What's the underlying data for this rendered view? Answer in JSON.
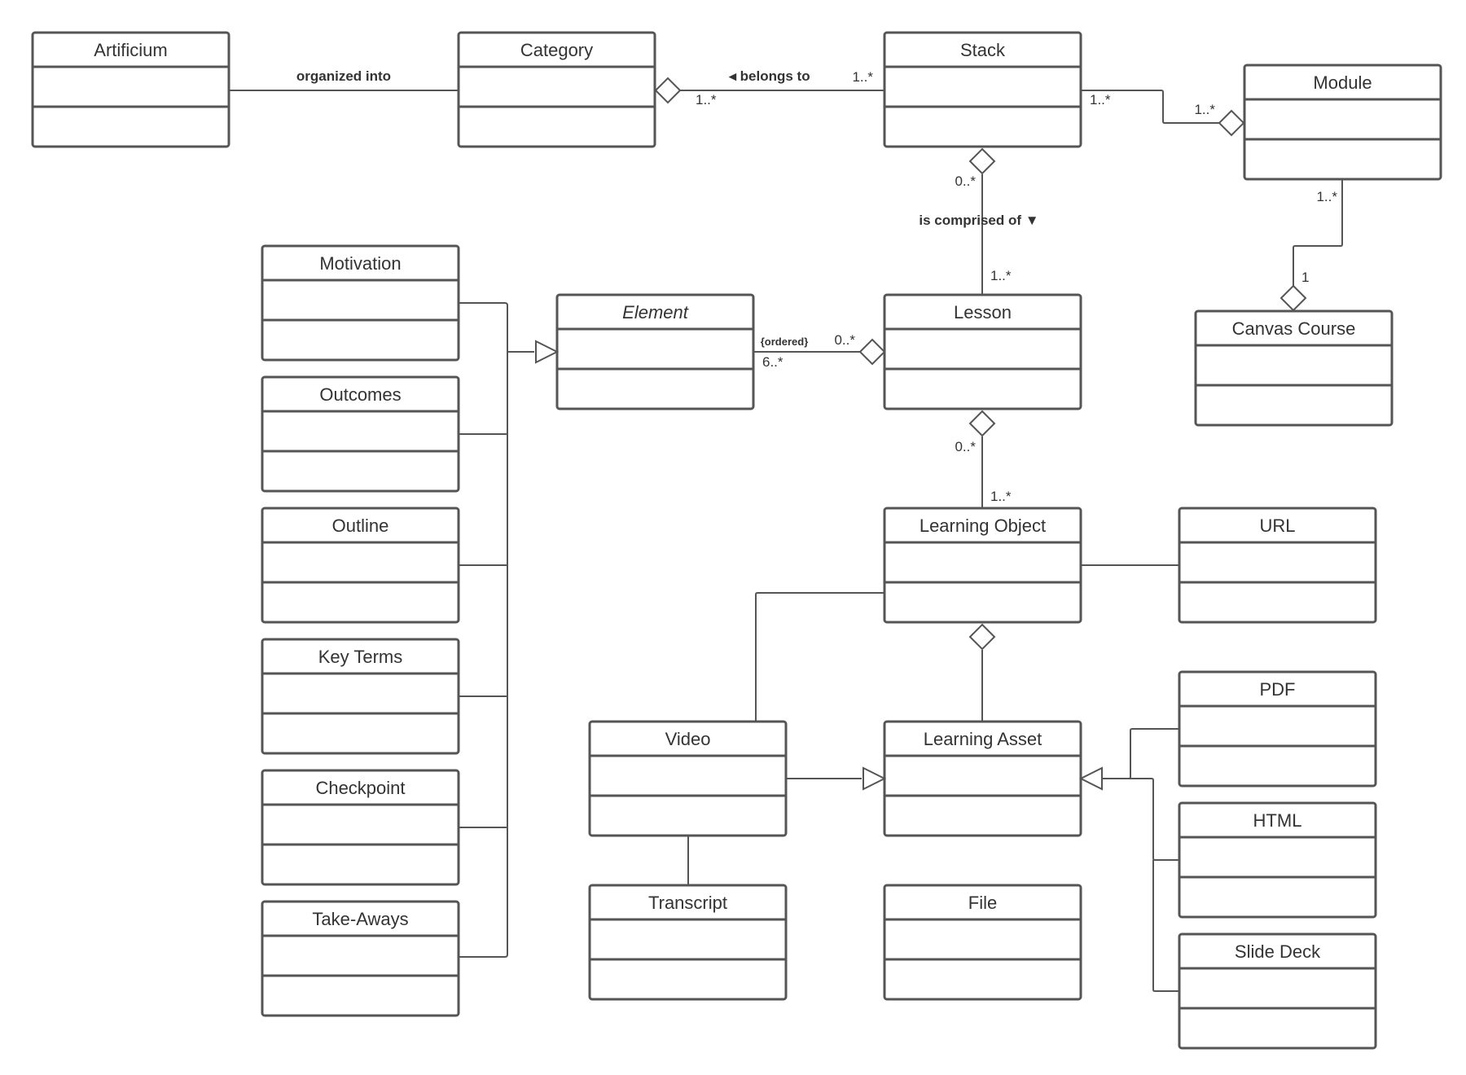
{
  "classes": [
    {
      "id": "artificium",
      "name": "Artificium"
    },
    {
      "id": "category",
      "name": "Category"
    },
    {
      "id": "stack",
      "name": "Stack"
    },
    {
      "id": "module",
      "name": "Module"
    },
    {
      "id": "motivation",
      "name": "Motivation"
    },
    {
      "id": "element",
      "name": "Element",
      "abstract": true
    },
    {
      "id": "lesson",
      "name": "Lesson"
    },
    {
      "id": "canvas-course",
      "name": "Canvas Course"
    },
    {
      "id": "outcomes",
      "name": "Outcomes"
    },
    {
      "id": "outline",
      "name": "Outline"
    },
    {
      "id": "learning-object",
      "name": "Learning Object"
    },
    {
      "id": "url",
      "name": "URL"
    },
    {
      "id": "key-terms",
      "name": "Key Terms"
    },
    {
      "id": "pdf",
      "name": "PDF"
    },
    {
      "id": "video",
      "name": "Video"
    },
    {
      "id": "learning-asset",
      "name": "Learning Asset"
    },
    {
      "id": "checkpoint",
      "name": "Checkpoint"
    },
    {
      "id": "html",
      "name": "HTML"
    },
    {
      "id": "take-aways",
      "name": "Take-Aways"
    },
    {
      "id": "transcript",
      "name": "Transcript"
    },
    {
      "id": "file",
      "name": "File"
    },
    {
      "id": "slide-deck",
      "name": "Slide Deck"
    }
  ],
  "relationships": [
    {
      "id": "artificium-category",
      "type": "association",
      "from": "artificium",
      "to": "category",
      "label": "organized into"
    },
    {
      "id": "stack-category",
      "type": "aggregation",
      "from": "stack",
      "to": "category",
      "label": "◂ belongs to",
      "from_multiplicity": "1..*",
      "to_multiplicity": "1..*"
    },
    {
      "id": "stack-module",
      "type": "aggregation",
      "from": "stack",
      "to": "module",
      "from_multiplicity": "1..*",
      "to_multiplicity": "1..*"
    },
    {
      "id": "lesson-stack",
      "type": "aggregation",
      "from": "lesson",
      "to": "stack",
      "label": "is comprised of ▼",
      "from_multiplicity": "1..*",
      "to_multiplicity": "0..*"
    },
    {
      "id": "module-canvas",
      "type": "aggregation",
      "from": "module",
      "to": "canvas-course",
      "from_multiplicity": "1..*",
      "to_multiplicity": "1"
    },
    {
      "id": "element-lesson",
      "type": "aggregation",
      "from": "element",
      "to": "lesson",
      "constraint": "{ordered}",
      "from_multiplicity": "6..*",
      "to_multiplicity": "0..*"
    },
    {
      "id": "subtypes-element",
      "type": "generalization",
      "from": [
        "motivation",
        "outcomes",
        "outline",
        "key-terms",
        "checkpoint",
        "take-aways"
      ],
      "to": "element"
    },
    {
      "id": "lo-lesson",
      "type": "aggregation",
      "from": "learning-object",
      "to": "lesson",
      "from_multiplicity": "1..*",
      "to_multiplicity": "0..*"
    },
    {
      "id": "lo-url",
      "type": "association",
      "from": "learning-object",
      "to": "url"
    },
    {
      "id": "lo-video",
      "type": "association",
      "from": "learning-object",
      "to": "video"
    },
    {
      "id": "asset-lo",
      "type": "aggregation",
      "from": "learning-asset",
      "to": "learning-object"
    },
    {
      "id": "video-asset",
      "type": "generalization",
      "from": [
        "video"
      ],
      "to": "learning-asset"
    },
    {
      "id": "docs-asset",
      "type": "generalization",
      "from": [
        "pdf",
        "html",
        "slide-deck"
      ],
      "to": "learning-asset"
    },
    {
      "id": "video-transcript",
      "type": "association",
      "from": "video",
      "to": "transcript"
    }
  ]
}
